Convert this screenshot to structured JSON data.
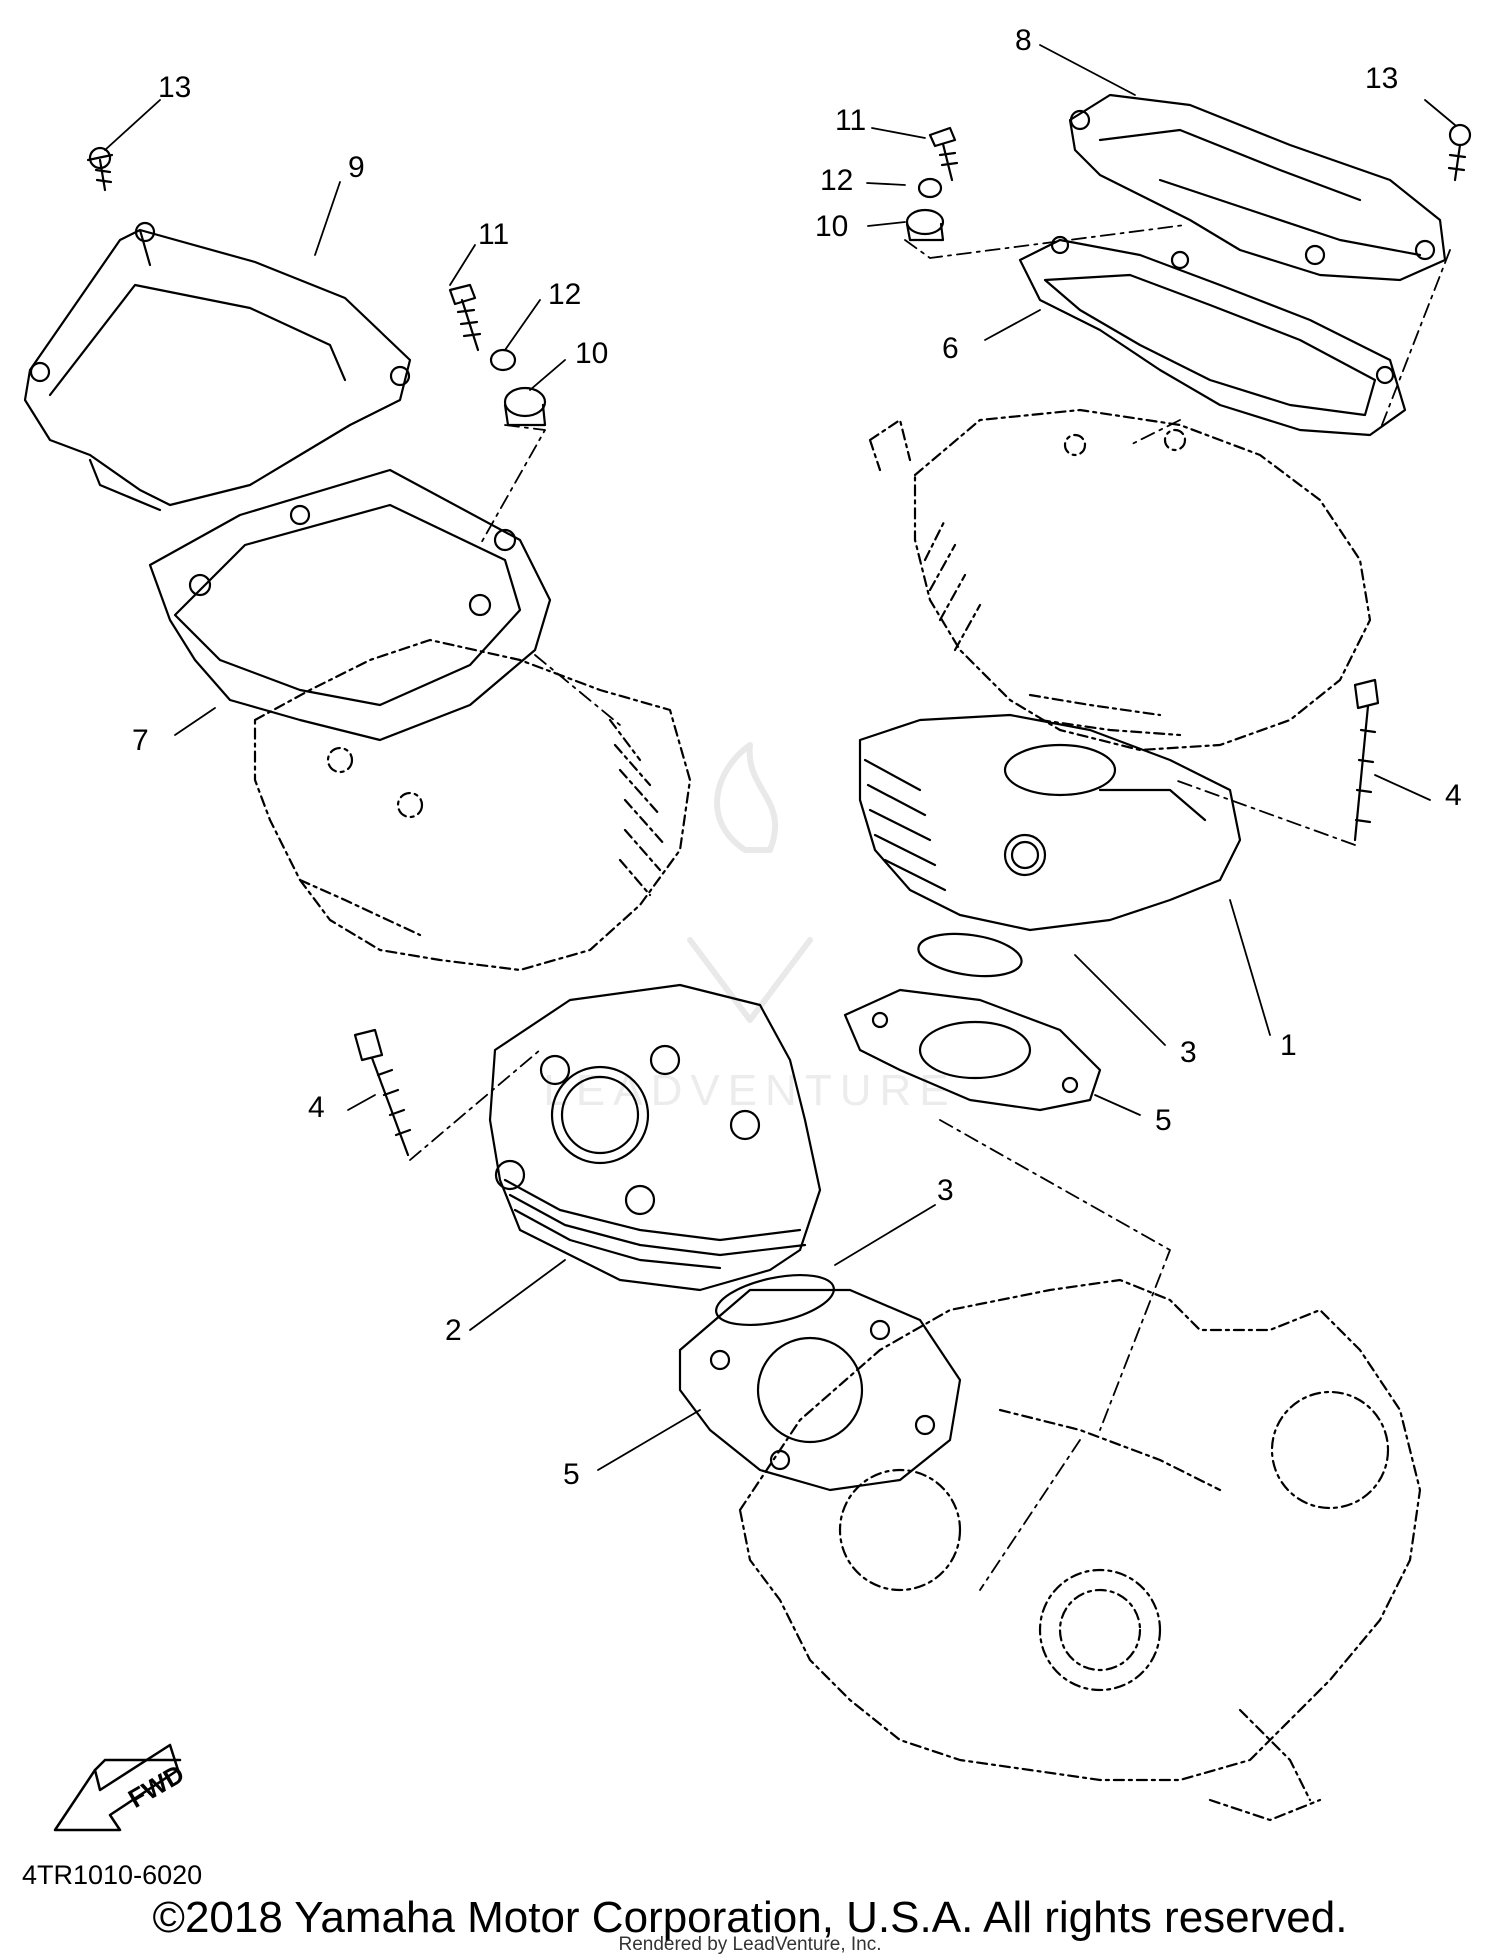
{
  "diagram": {
    "callouts": [
      {
        "id": "c1",
        "label": "1",
        "part": "cylinder-rear"
      },
      {
        "id": "c2",
        "label": "2",
        "part": "cylinder-front"
      },
      {
        "id": "c3a",
        "label": "3",
        "part": "o-ring-rear"
      },
      {
        "id": "c3b",
        "label": "3",
        "part": "o-ring-front"
      },
      {
        "id": "c4a",
        "label": "4",
        "part": "bolt-rear"
      },
      {
        "id": "c4b",
        "label": "4",
        "part": "bolt-front"
      },
      {
        "id": "c5a",
        "label": "5",
        "part": "gasket-rear"
      },
      {
        "id": "c5b",
        "label": "5",
        "part": "gasket-front"
      },
      {
        "id": "c6",
        "label": "6",
        "part": "gasket-head-cover-rear"
      },
      {
        "id": "c7",
        "label": "7",
        "part": "gasket-head-cover-front"
      },
      {
        "id": "c8",
        "label": "8",
        "part": "head-cover-rear"
      },
      {
        "id": "c9",
        "label": "9",
        "part": "head-cover-front"
      },
      {
        "id": "c10a",
        "label": "10",
        "part": "damper-rear"
      },
      {
        "id": "c10b",
        "label": "10",
        "part": "damper-front"
      },
      {
        "id": "c11a",
        "label": "11",
        "part": "bolt-cover-rear"
      },
      {
        "id": "c11b",
        "label": "11",
        "part": "bolt-cover-front"
      },
      {
        "id": "c12a",
        "label": "12",
        "part": "collar-rear"
      },
      {
        "id": "c12b",
        "label": "12",
        "part": "collar-front"
      },
      {
        "id": "c13a",
        "label": "13",
        "part": "screw-rear"
      },
      {
        "id": "c13b",
        "label": "13",
        "part": "screw-front"
      }
    ],
    "fwd_label": "FWD",
    "diagram_code": "4TR1010-6020"
  },
  "footer": {
    "copyright": "©2018 Yamaha Motor Corporation, U.S.A. All rights reserved.",
    "rendered_by": "Rendered by LeadVenture, Inc."
  }
}
